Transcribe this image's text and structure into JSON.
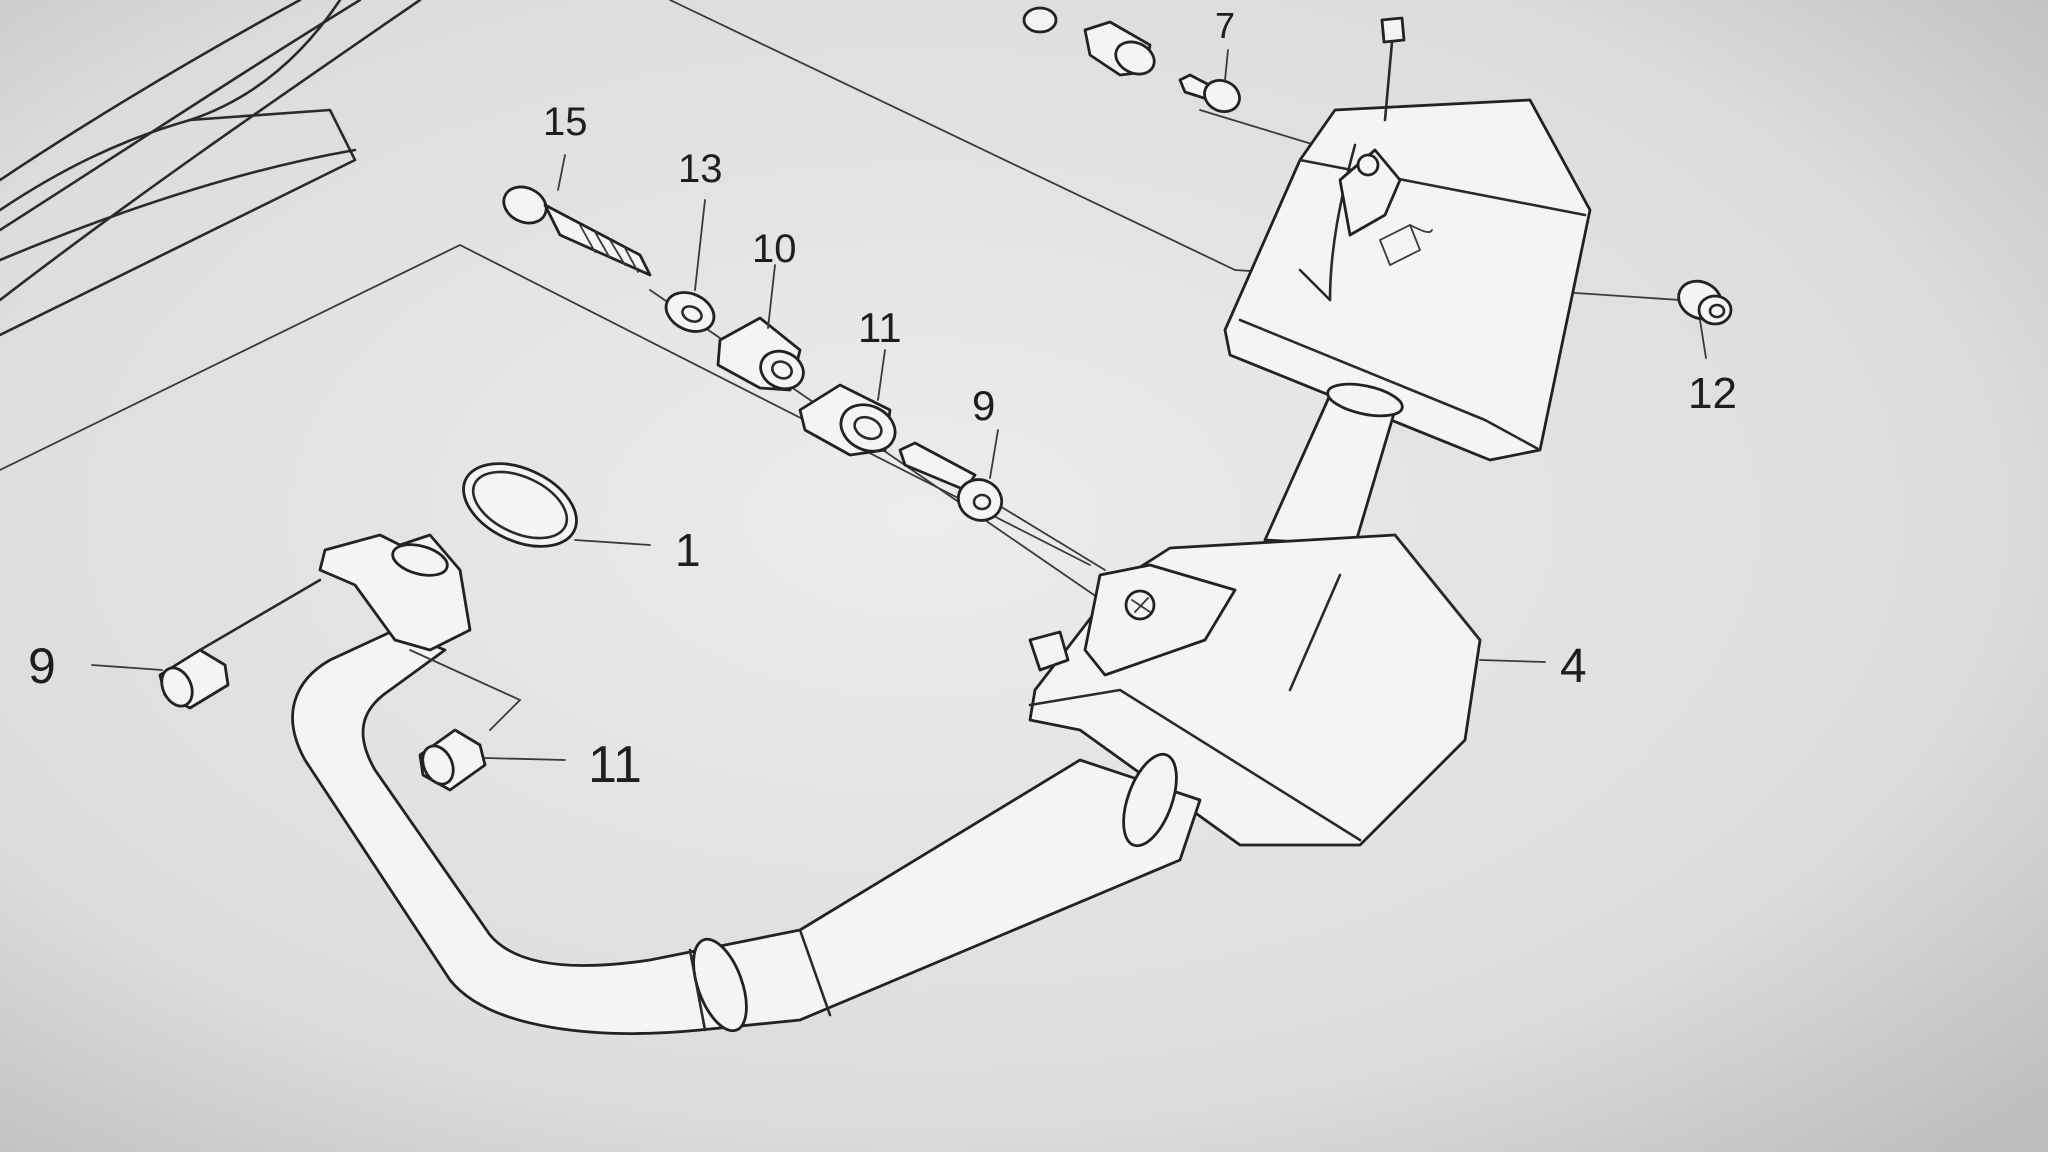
{
  "paper_color": "#e6e6e6",
  "line_color": "#222222",
  "callouts": [
    {
      "id": "c1",
      "label": "1"
    },
    {
      "id": "c4",
      "label": "4"
    },
    {
      "id": "c7",
      "label": "7"
    },
    {
      "id": "c9a",
      "label": "9"
    },
    {
      "id": "c9b",
      "label": "9"
    },
    {
      "id": "c10",
      "label": "10"
    },
    {
      "id": "c11a",
      "label": "11"
    },
    {
      "id": "c11b",
      "label": "11"
    },
    {
      "id": "c12",
      "label": "12"
    },
    {
      "id": "c13",
      "label": "13"
    },
    {
      "id": "c15",
      "label": "15"
    }
  ]
}
